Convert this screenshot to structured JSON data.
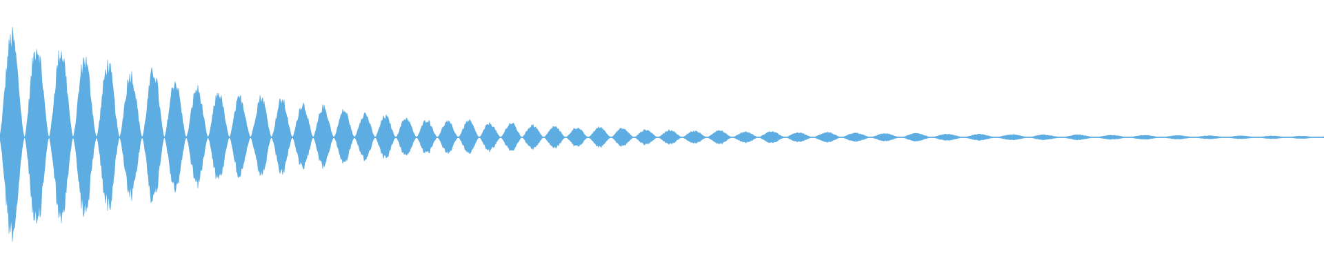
{
  "waveform": {
    "color": "#5dade2",
    "background": "#ffffff",
    "shape": "decaying-audio-waveform",
    "peak_amplitude": 1.0,
    "envelope": [
      1.0,
      0.96,
      0.86,
      0.84,
      0.75,
      0.7,
      0.6,
      0.66,
      0.52,
      0.46,
      0.42,
      0.37,
      0.4,
      0.34,
      0.31,
      0.27,
      0.24,
      0.21,
      0.19,
      0.17,
      0.15,
      0.16,
      0.13,
      0.14,
      0.11,
      0.1,
      0.09,
      0.1,
      0.08,
      0.07,
      0.07,
      0.06,
      0.07,
      0.05,
      0.06,
      0.05,
      0.04,
      0.05,
      0.04,
      0.04,
      0.03,
      0.04,
      0.03,
      0.03,
      0.03,
      0.025,
      0.03,
      0.02,
      0.025,
      0.02,
      0.02,
      0.02,
      0.015,
      0.02,
      0.015,
      0.015,
      0.012,
      0.015,
      0.012,
      0.01
    ]
  }
}
